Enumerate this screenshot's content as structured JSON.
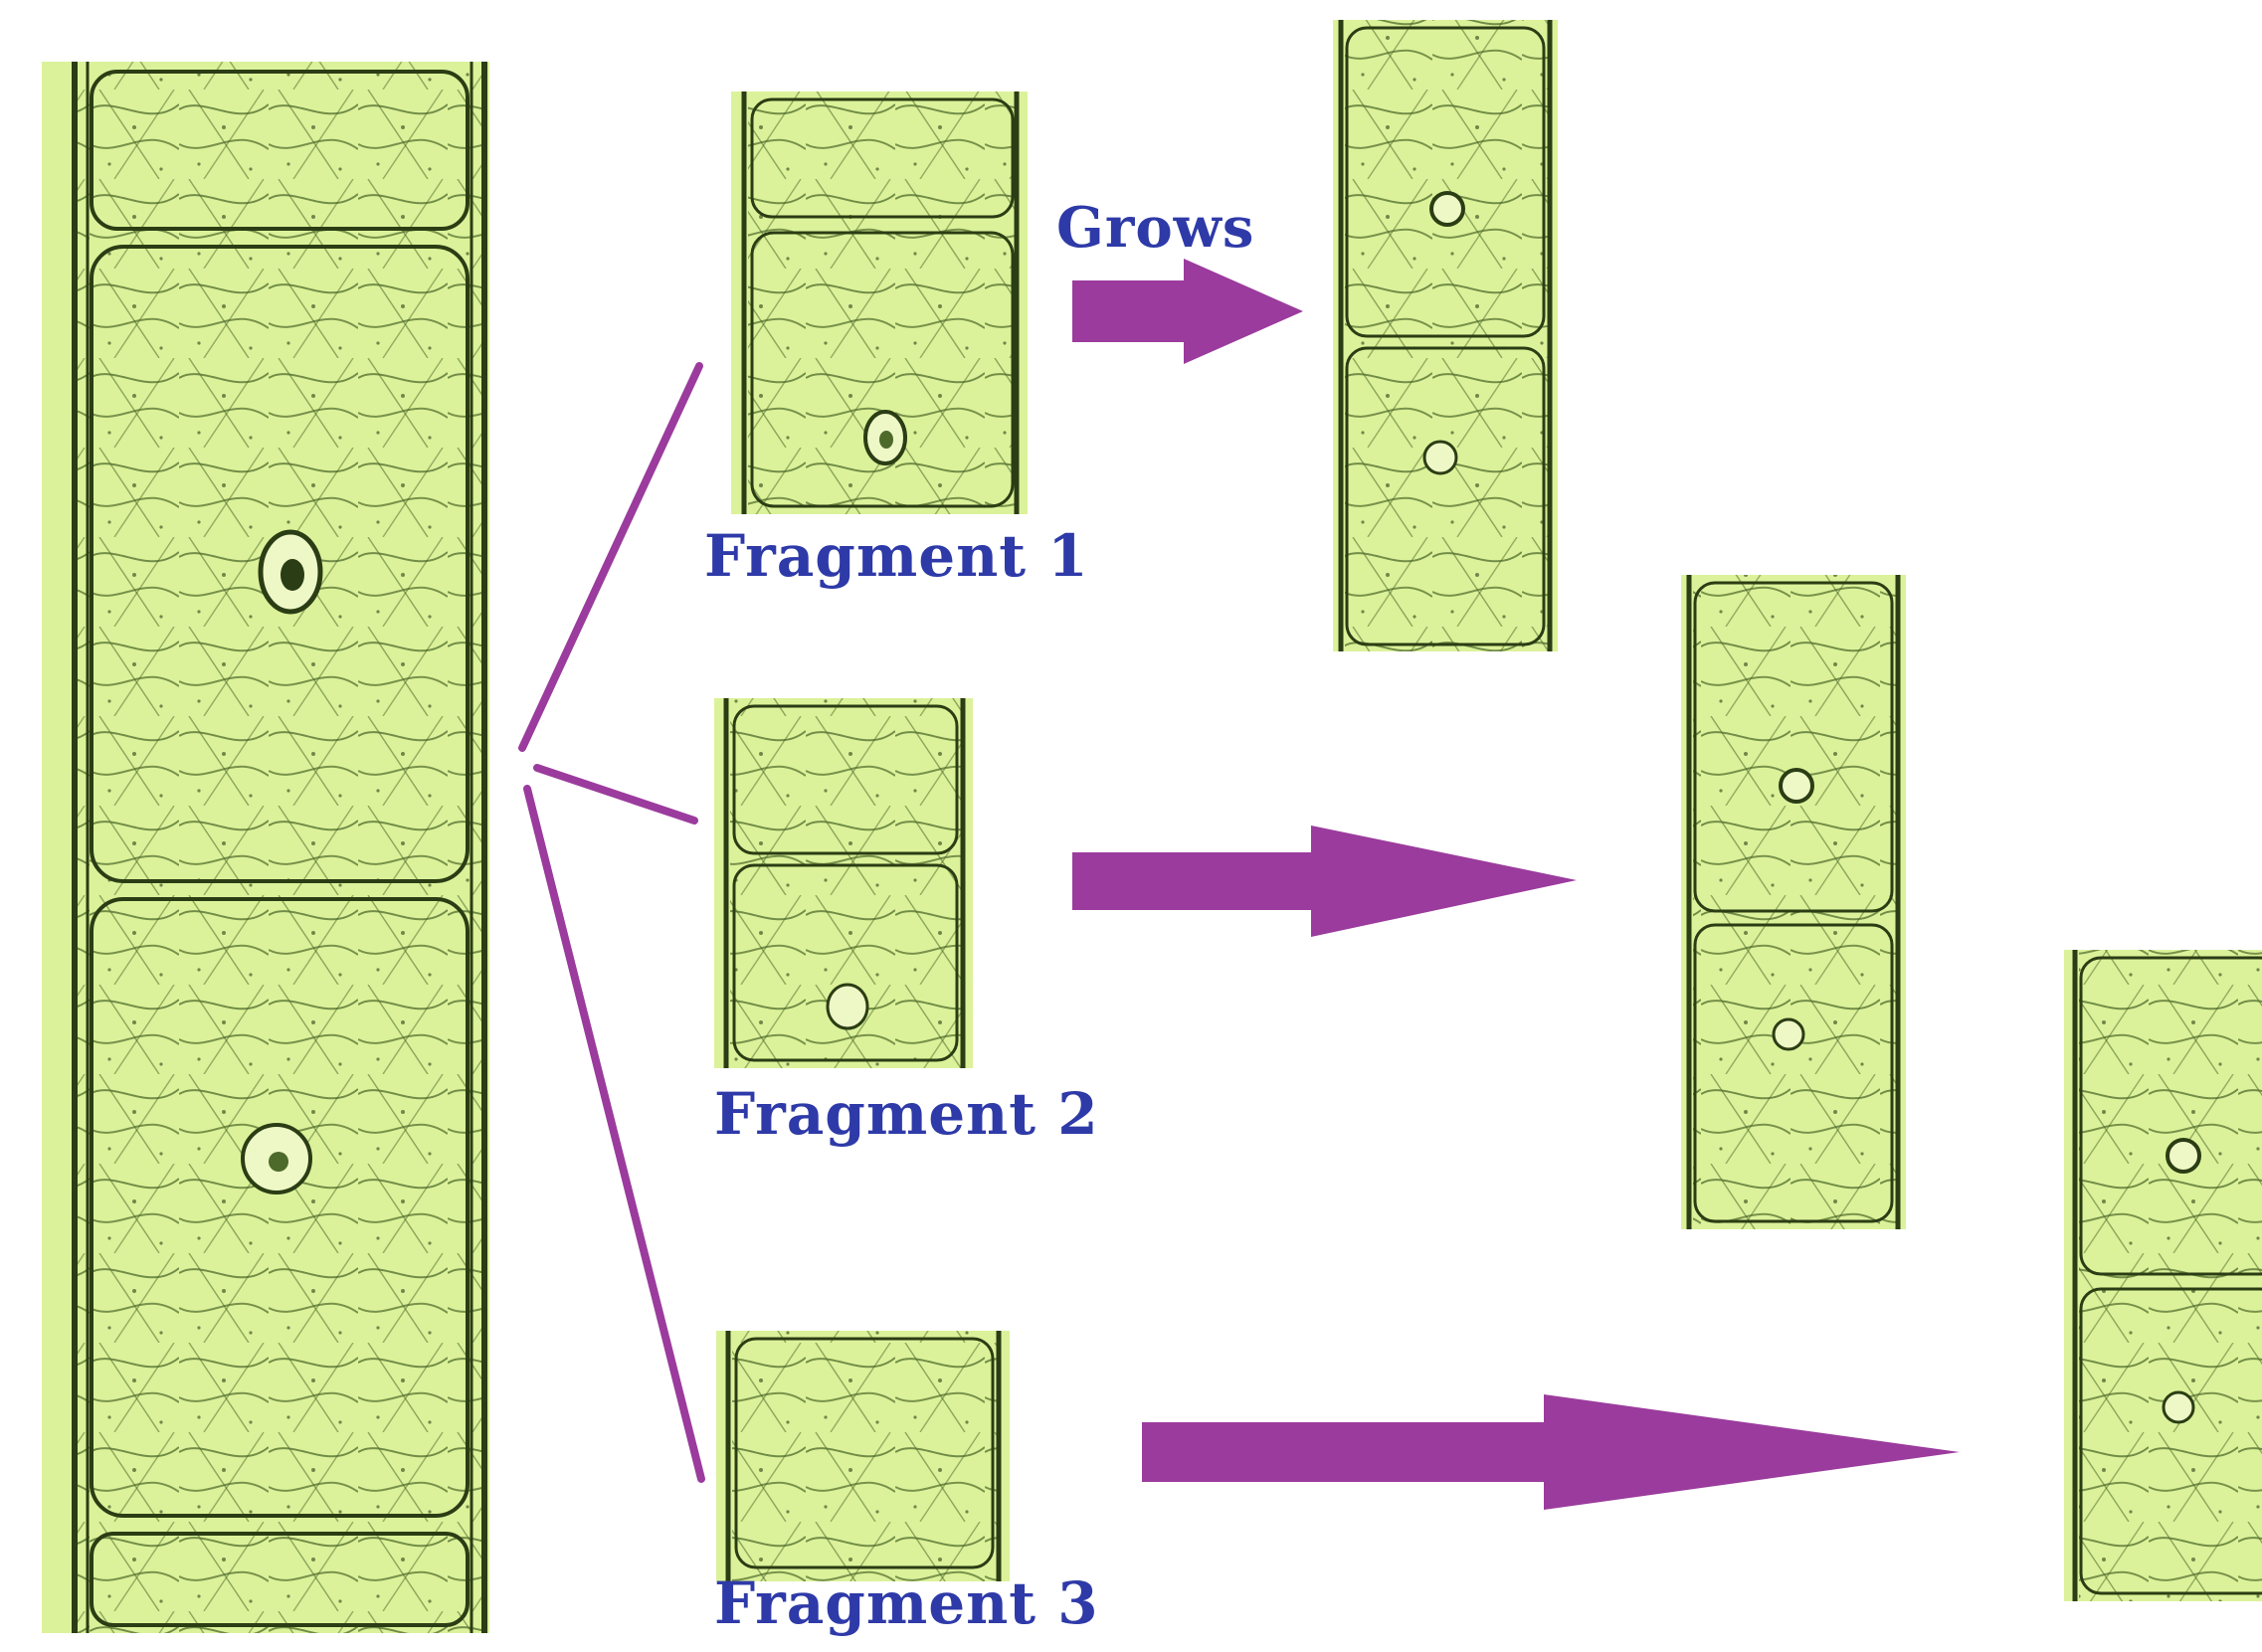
{
  "labels": {
    "grows": "Grows",
    "fragment_1": "Fragment 1",
    "fragment_2": "Fragment 2",
    "fragment_3": "Fragment 3"
  },
  "colors": {
    "cell_fill": "#dcf29a",
    "cell_outline": "#2b3d14",
    "cell_detail": "#4d6a2a",
    "arrow": "#9b3b9d",
    "label_text": "#2e3aa8",
    "background": "#ffffff"
  }
}
